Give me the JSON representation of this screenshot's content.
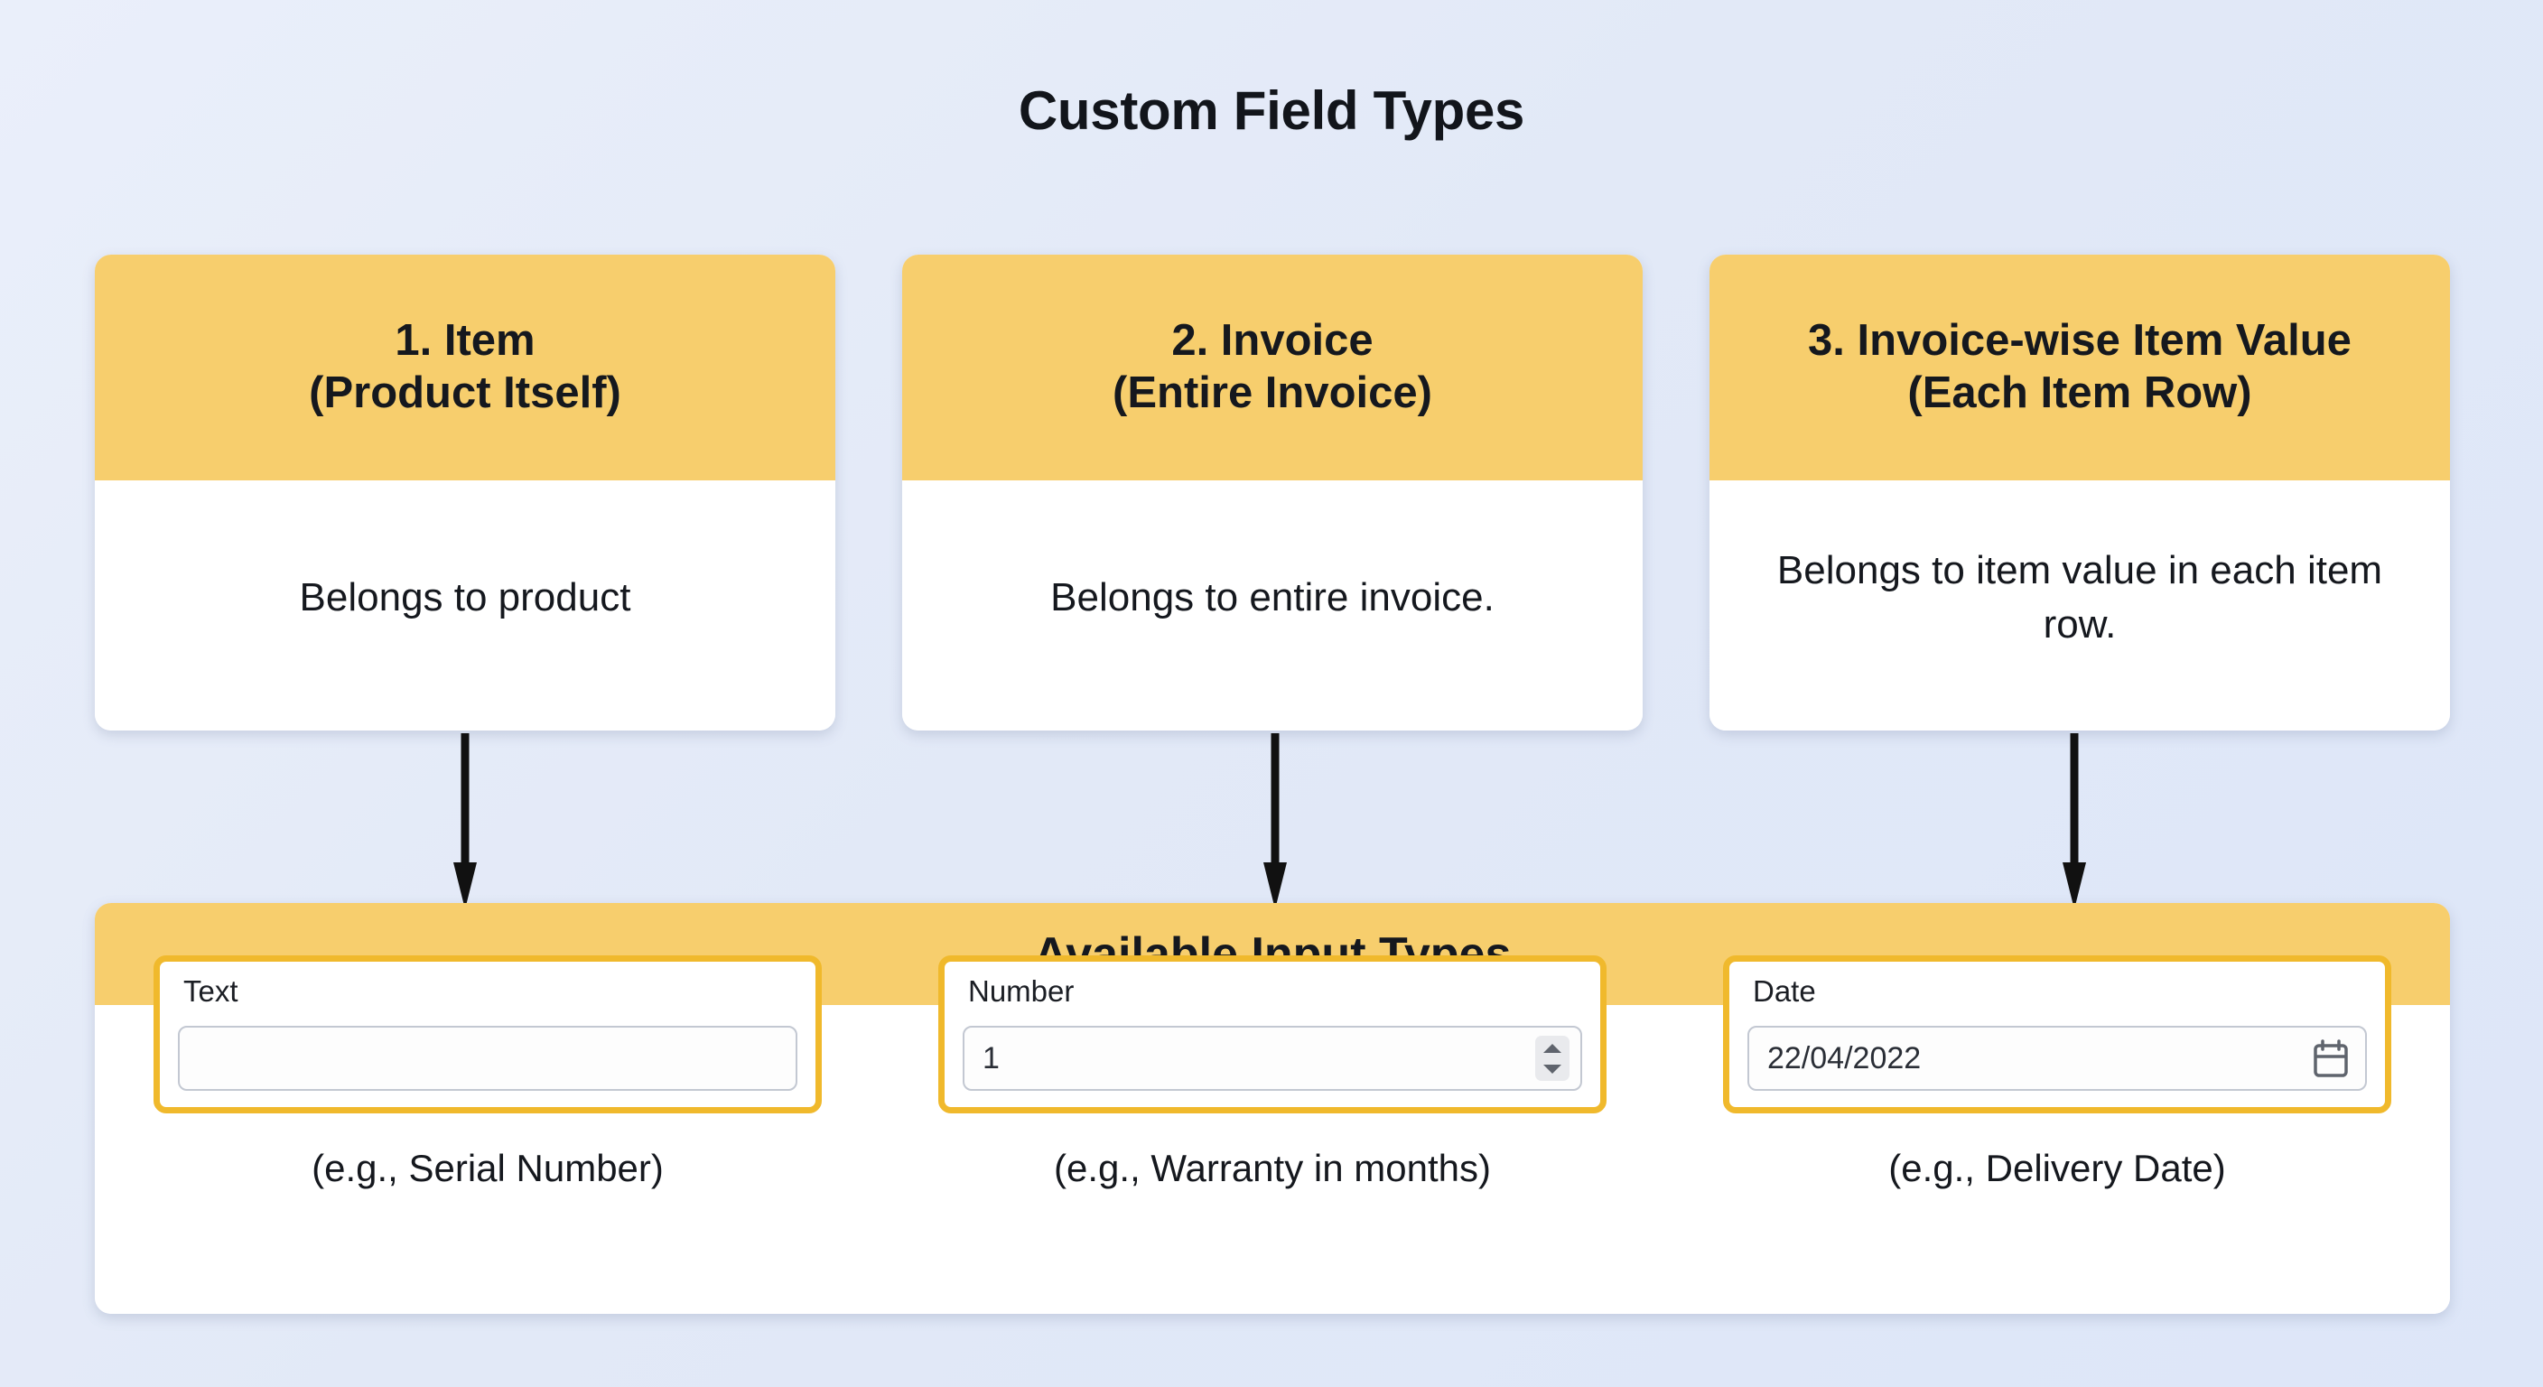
{
  "title": "Custom Field Types",
  "colors": {
    "header_yellow": "#f7ce6d",
    "field_border_yellow": "#f0b92c",
    "card_white": "#ffffff",
    "page_background": "#e4eaf6",
    "text_dark": "#15181e",
    "input_border_gray": "#c3c8d2"
  },
  "cards": [
    {
      "title_line1": "1. Item",
      "title_line2": "(Product Itself)",
      "body": "Belongs to product"
    },
    {
      "title_line1": "2. Invoice",
      "title_line2": "(Entire Invoice)",
      "body": "Belongs to entire invoice."
    },
    {
      "title_line1": "3. Invoice-wise Item Value",
      "title_line2": "(Each Item Row)",
      "body": "Belongs to item value in each item row."
    }
  ],
  "bottom_panel": {
    "header_title": "Available Input Types",
    "fields": [
      {
        "label": "Text",
        "value": "",
        "control": "text-input",
        "caption": "(e.g., Serial Number)"
      },
      {
        "label": "Number",
        "value": "1",
        "control": "number-stepper",
        "caption": "(e.g., Warranty in months)"
      },
      {
        "label": "Date",
        "value": "22/04/2022",
        "control": "date-picker",
        "caption": "(e.g., Delivery Date)"
      }
    ]
  },
  "connectors": [
    {
      "from": "card-1",
      "to": "available-input-types"
    },
    {
      "from": "card-2",
      "to": "available-input-types"
    },
    {
      "from": "card-3",
      "to": "available-input-types"
    }
  ]
}
